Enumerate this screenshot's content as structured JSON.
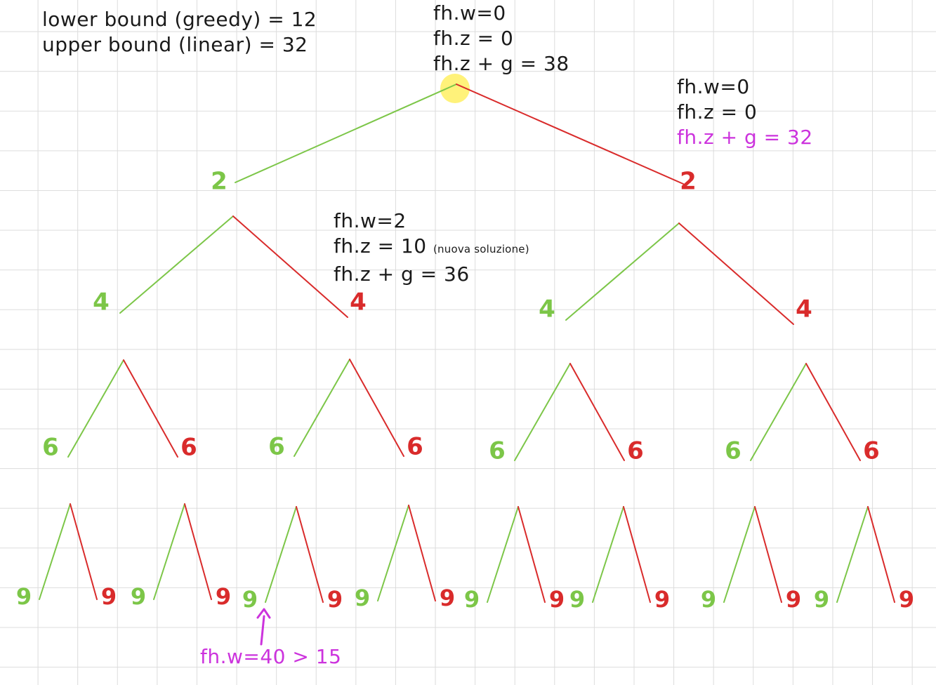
{
  "bounds": {
    "lower": "lower bound (greedy) =  12",
    "upper": "upper bound (linear) = 32"
  },
  "root_node": {
    "w": "fh.w=0",
    "z": "fh.z = 0",
    "zg": "fh.z + g = 38"
  },
  "right_node": {
    "w": "fh.w=0",
    "z": "fh.z = 0",
    "zg": "fh.z + g = 32"
  },
  "mid_node": {
    "w": "fh.w=2",
    "z": "fh.z = 10",
    "z_note": "(nuova soluzione)",
    "zg": "fh.z + g = 36"
  },
  "overweight_note": "fh.w=40 > 15",
  "tree": {
    "levels": [
      {
        "label": "2",
        "count": 2
      },
      {
        "label": "4",
        "count": 4
      },
      {
        "label": "6",
        "count": 8
      },
      {
        "label": "9",
        "count": 16
      }
    ],
    "colors": {
      "include_branch": "#7cc648",
      "exclude_branch": "#d92b2b",
      "current_node_highlight": "#fff27a",
      "annotation": "#cc33dd"
    }
  }
}
